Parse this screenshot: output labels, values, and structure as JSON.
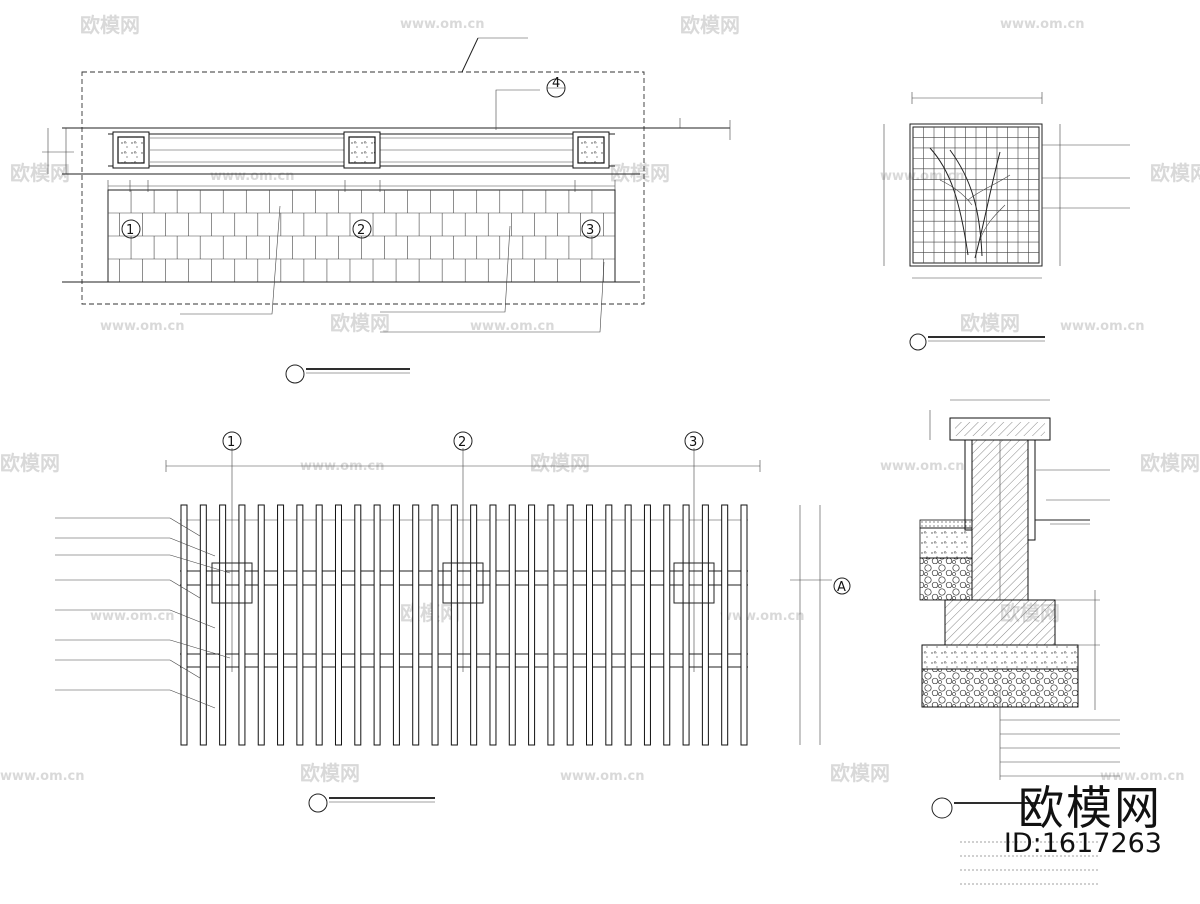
{
  "watermarks": [
    "欧模网",
    "www.om.cn"
  ],
  "brand": {
    "logo": "欧模网",
    "id_label": "ID:1617263"
  },
  "grid_markers": {
    "plan": [
      "1",
      "2",
      "3"
    ],
    "roof": [
      "1",
      "2",
      "3"
    ],
    "axis": "A"
  },
  "detail_refs": {
    "callout": "4"
  }
}
